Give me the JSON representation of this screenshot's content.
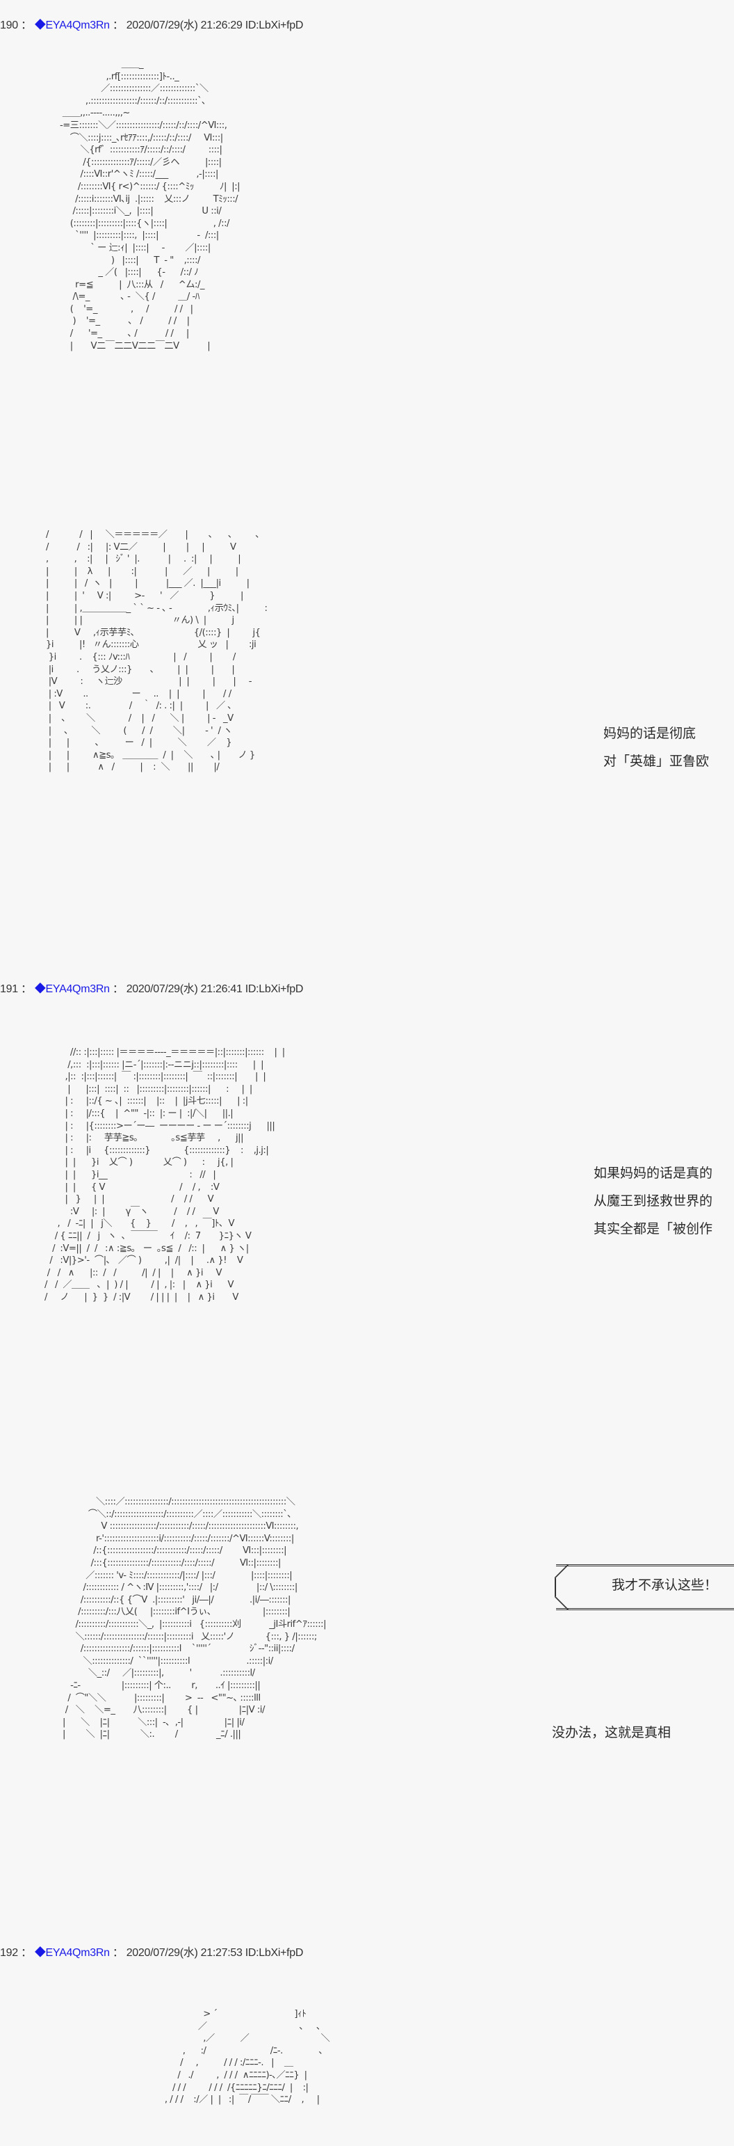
{
  "posts": [
    {
      "number": "190",
      "separator": "：",
      "trip_mark": "◆",
      "trip": "EYA4Qm3Rn",
      "separator2": "：",
      "datetime": "2020/07/29(水) 21:26:29",
      "id": "ID:LbXi+fpD",
      "aa_1": "                        ＿＿_\n                  ,.rf[::::::::::::::]ﾄ-.._\n                ／:::::::::::::::／:::::::::::::`＼\n          ,.:::::::::::::::::/::::::/::/:::::::::::`､\n ＿＿,,..----.....,,,~\n-=三:::::::＼／::::::::::::::::/:::::/::/::::/^Ⅵ:::,\n    ⌒＼::::j::::_､rｾｱｱ::::,/:::::/::/::::/     Ⅵ:::|\n        ＼{rf゛:::::::::::ｱ/:::::/::/::::/         ::::|\n         /{::::::::::::::ｱ/:::::/／彡ヘ          |::::|\n        /::::Ⅵ::r'^ヽﾐ /:::::/___           ,-|::::|\n       /::::::::Ⅵ{ r<)^::::::/ {::::^ﾐｯ          ﾉ|  |:|\n      /:::::i:::::::Ⅵ､ij  .|:::::    乂:::ノ         Tﾐｯ:::/\n     /:::::|::::::::i＼_,  |::::|                   U ::i/\n    (::::::::|:::::::::|::::{ヽ|::::|                  , /::/\n      `''''  |:::::::::|::::,  |::::|               -  /:::|\n            ` ー 辷:ｨ|  |::::|     -        ／|::::|\n                    )   |::::|      T  - \"    ,::::/\n               _ ／(   |::::|      {-      /::/ ﾉ\n      r=≦          |  八:::从   /      ^厶:/_\n     /\\=_            ､ -  ＼{ /         ＿/ -ﾊ\n    (    '=_             ,     /          / /   |\n     )    '=_           ､   /          / /    |\n    /      '=_          ､ /           / /     |\n    |       V二￣二二V二二￣二V           |",
      "aa_2": "/            /   |     ＼＝＝＝＝＝／       |        ､      ､         ､\n/           /   :|     |: V二／          |        |     |          V\n,          ,    :|     |   ｼﾞ '  |.           |     .  :|     |          |\n|          |    λ      |        :|           |      ／      |          |\n|          |   /  ヽ   |         |           |___ ／.  |___|i          |\n|          |  '     V :|         >-      '   ／            }          |\n|          | ,＿＿＿＿＿_ ` ` ~ - ､ -              ,ｨ示ｳﾐ､|          :\n|          | |                                   〃ん) \\  |          j\n|          V     ,ｨ示芋芋ﾐ､                       {/(::::}  |         j{\n}i          |!   〃ん:::::::心                       乂 ッ   |        :ji\n }i         .    {::: ﾉv:::ﾊ                 |   /         |        /\n |i         .     う乂ノ:::}       ､         |  |         |       |\n |V         :     ヽ辷沙                      |  |         |       |     -\n | :V        ..                 ー     ..    |  |         |       / /\n |   V        :.               /    ｀  /: . :|  |         |   ／ ､\n |    ､        ＼             /    |   /      ＼ |         | -   _V\n |     ､         ＼         (      /  /        ＼|        - '  / ヽ\n |      |          ､          ー   /  |          ＼        ／    }\n |      |         ∧≧s｡   ＿＿＿＿  /  |    ＼       ､ |       ノ }\n |      |           ∧   /          |    :  ＼       ||        |/",
      "dialog": [
        "妈妈的话是彻底",
        "对「英雄」亚鲁欧"
      ]
    },
    {
      "number": "191",
      "separator": "：",
      "trip_mark": "◆",
      "trip": "EYA4Qm3Rn",
      "separator2": "：",
      "datetime": "2020/07/29(水) 21:26:41",
      "id": "ID:LbXi+fpD",
      "aa_1": "          //:: :|:::|::::: |＝＝＝＝-‐‐-_＝＝＝＝＝|::|:::::::|::::::    |  |\n         /,:::  :|:::|:::::: |ニ-´|:::::::|:--ニニj::|::::::::|::::      |  |\n        ,|::  :|:::|::::::|  ￣ :|::::::::|::::::::|  ￣  ::|:::::::|       |  |\n         |      |:::|  ::::|  ::   |:::::::::|::::::::|::::::|      :     |  |\n        | :     |::/{ ~ ､|  ::::::|    |::    |  |j斗七:::::|      | :|\n        | :     |/:::{    |  ^\"\"  -|::  |: ー |  :|/＼|      ||.|\n        | :     |{::::::::>ー´ー―  ーーーー - ー ー´::::::::j      |||\n        | :     |:     芋芋≧s｡             ｡s≦芋芋     ,      j||\n        | :     |i     {:::::::::::::}             {:::::::::::::}    :    ,j.j:|\n        |  |      }i    乂⌒ )            乂⌒ )      :     j{, |\n        |  |      }i__                                :   //   |\n        |  |      { V                             /    / ,    :V\n        |   }     |  |                          /    / /      V\n          :V     |:  |        γ￣ヽ          /    / /       V\n     ,   /  -ﾆ|  |   j＼       {    }        /    ,   ,  ￣]ﾄ､  V\n    / { ﾆﾆ||  /   j   ヽ  ､  ￣￣￣     ｲ    /:  7       }ﾆ}ヽ V\n   /  :V=||  /  /   :∧ :≧s｡   ー  ｡s≦  /   /::  |      ∧ } ヽ|\n  /   :V|}>'-  ⌒|､   ／⌒ )         ,|  /|    |     .∧ }!    V\n /   /   ∧      |::  /   /          /|  / |    |     ∧ }i     V\n/   /  ／＿＿   ､  |  ) / |         / |  , |:   |    ∧ }i      V\n/     ノ      |  }  }  / :|V        / | | |  |    |   ∧ }i       V",
      "dialog": [
        "如果妈妈的话是真的",
        "从魔王到拯救世界的",
        "其实全都是「被创作"
      ]
    },
    {
      "aa_1": "             ＼::::／::::::::::::::::/::::::::::::::::::::::::::::::::::::::::::＼\n          ⌒＼::/::::::::::::::::::/::::::::::／::::／:::::::::::＼::::::::`､\n               V :::::::::::::::::/:::::::::::/:::::/:::::::::::::::::::::Ⅵ::::::::,\n             r-'::::::::::::::::::::i/::::::::::/:::::/:::::::/^Ⅵ::::::V::::::::|\n            /::{:::::::::::::::::/:::::::::::/:::::/:::::/        Ⅵ:::|::::::::|\n           /:::{:::::::::::::::/:::::::::::/::::/:::::/          Ⅵ::|::::::::|\n         ／::::::: 'v- ﾐ::::/::::::::::::/|::::/ |:::/              |::::|::::::::|\n        /:::::::::::: / ^ヽ:Ⅳ |:::::::::,'::::/   |:/               |::/ \\::::::::|\n       /::::::::::/::{ {⌒V  .|:::::::::'   ji/―|/              .|i/―:::::::|\n      /:::::::::/:::八乂(     |::::::::if^Iうぃ､                    |::::::::|\n     /::::::::::/:::::::::::＼_,  |::::::::::i   {::::::::::刈           _jI斗rif^ｱ::::::|\n     ＼::::::/:::::::::::::::/::::::|:::::::::i   乂:::::'ノ            {:::, } /|::::::;\n       /:::::::::::::::::/::::::|::::::::::l    `'''''´               ｼﾞ--\"::ii|::::/\n        ＼::::::::::::::/  ``'''''|::::::::::l                      .:::::|:i/\n          ＼_::/     ／|:::::::::|,          '           .::::::::::l/\n   -ﾆ-                |:::::::::| 个:..        r,       ..ｲ |:::::::::||\n  /  ⌒\"＼＼           |:::::::::|        >  --   <\"\"~､ :::::lll\n /   ＼    ＼=_       八::::::::|        { |                |ﾆ|V :i/\n|      ＼    |ﾆ|           ＼:::|  -､  ,-|                |ﾆ| |i/\n|        ＼  |ﾆ|            ＼:.        /               _ﾆ/ .|||",
      "bubble_text": "我才不承认这些！",
      "dialog": [
        "没办法，这就是真相"
      ]
    },
    {
      "number": "192",
      "separator": "：",
      "trip_mark": "◆",
      "trip": "EYA4Qm3Rn",
      "separator2": "：",
      "datetime": "2020/07/29(水) 21:27:53",
      "id": "ID:LbXi+fpD",
      "aa_1": "                         > ´                              ]ｨﾄ\n                       ／                                    ､     ､\n                         ,／          ／                            ＼\n                 ,      :/                         /ﾆ-.              ､\n                /     ,          / / / :/ﾆﾆﾆ-.   |    ＿\n               /   ./         ,  / / /  ∧ﾆﾆﾆﾆ)-､／ﾆﾆ}  |\n             / / /         / / /  /{ﾆﾆﾆﾆﾆ}ﾆ/ﾆﾆﾆ/  |    :|\n          , / / /    :/／ |  |   :|  ￣/￣￣ ＼ﾆﾆ/    ,     |"
    }
  ],
  "colors": {
    "trip": "#1a1ae6",
    "background": "#f7f7f7",
    "text": "#333333"
  }
}
